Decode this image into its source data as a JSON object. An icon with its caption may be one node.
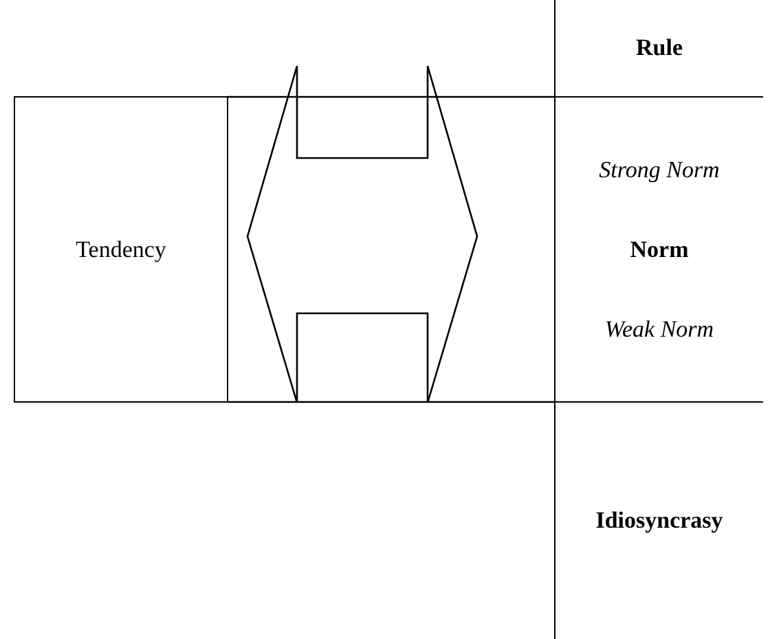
{
  "diagram": {
    "nodes": [
      {
        "text": [
          "Rule"
        ]
      },
      {
        "text": [
          "Tendency"
        ]
      },
      {
        "text": [
          "Strong Norm",
          "Norm",
          "Weak Norm"
        ]
      },
      {
        "text": [
          "Idiosyncrasy"
        ]
      }
    ],
    "edges": [
      {
        "from": 1,
        "to": 2,
        "arrow": "both"
      }
    ]
  }
}
